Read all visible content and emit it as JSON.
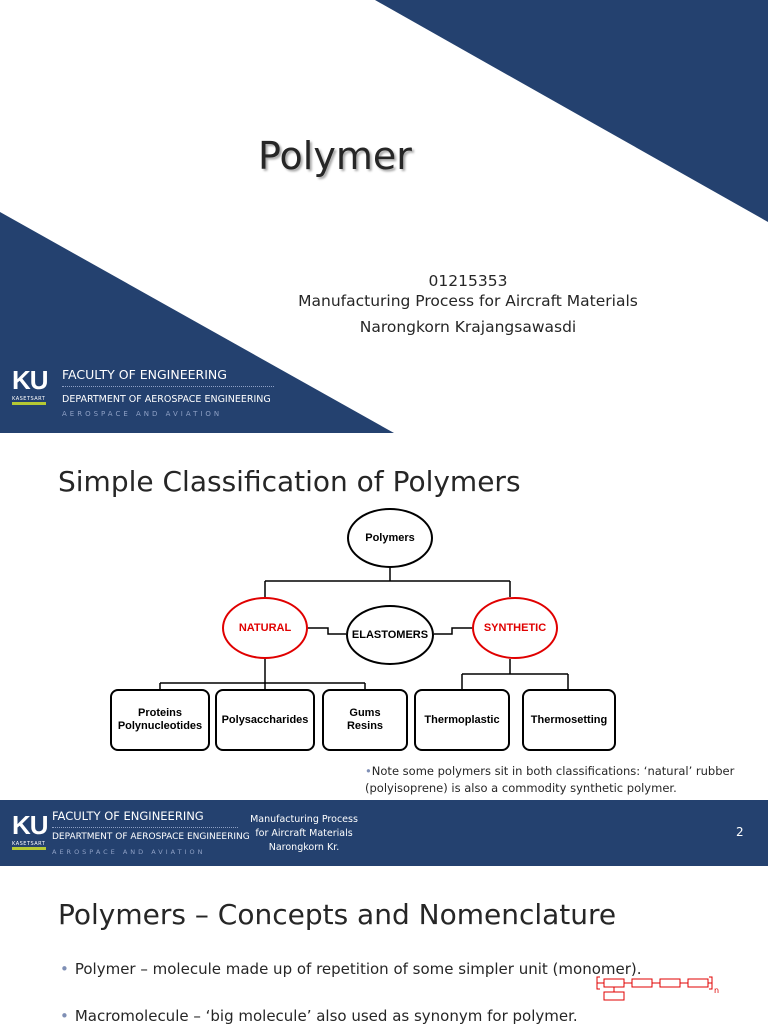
{
  "slide1": {
    "title": "Polymer",
    "course_code": "01215353",
    "course_name": "Manufacturing Process for Aircraft Materials",
    "author": "Narongkorn Krajangsawasdi",
    "logo": {
      "letters": "KU",
      "small": "KASETSART"
    },
    "faculty": "FACULTY OF ENGINEERING",
    "department": "DEPARTMENT OF AEROSPACE ENGINEERING",
    "tagline": "AEROSPACE AND AVIATION",
    "colors": {
      "navy": "#24416f",
      "accent": "#b5c934"
    }
  },
  "slide2": {
    "title": "Simple Classification of Polymers",
    "diagram": {
      "root": "Polymers",
      "natural": "NATURAL",
      "elastomers": "ELASTOMERS",
      "synthetic": "SYNTHETIC",
      "proteins_line1": "Proteins",
      "proteins_line2": "Polynucleotides",
      "polysaccharides": "Polysaccharides",
      "gums_line1": "Gums",
      "gums_line2": "Resins",
      "thermoplastic": "Thermoplastic",
      "thermosetting": "Thermosetting",
      "highlight_color": "#e00000"
    },
    "note": "Note some polymers sit in both classifications: ‘natural’ rubber (polyisoprene) is also a commodity synthetic polymer.",
    "footer": {
      "faculty": "FACULTY OF ENGINEERING",
      "department": "DEPARTMENT OF AEROSPACE ENGINEERING",
      "tagline": "AEROSPACE AND AVIATION",
      "course_line1": "Manufacturing Process",
      "course_line2": "for Aircraft Materials",
      "course_line3": "Narongkorn Kr.",
      "page": "2"
    }
  },
  "slide3": {
    "title": "Polymers – Concepts and Nomenclature",
    "bullets": [
      "Polymer – molecule made up of repetition of some simpler unit (monomer).",
      "Macromolecule – ‘big molecule’ also used as synonym for polymer."
    ],
    "formula_subscript": "n"
  }
}
